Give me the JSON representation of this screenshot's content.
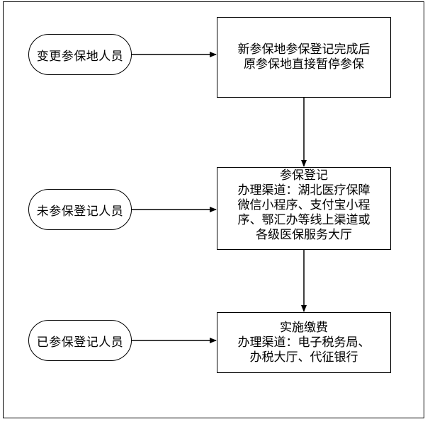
{
  "terminals": {
    "change_location": "变更参保地人员",
    "not_registered": "未参保登记人员",
    "registered": "已参保登记人员"
  },
  "processes": {
    "new_location": {
      "lines": [
        "新参保地参保登记完成后",
        "原参保地直接暂停参保"
      ]
    },
    "registration": {
      "lines": [
        "参保登记",
        "办理渠道：湖北医疗保障",
        "微信小程序、支付宝小程",
        "序、鄂汇办等线上渠道或",
        "各级医保服务大厅"
      ]
    },
    "payment": {
      "lines": [
        "实施缴费",
        "办理渠道：电子税务局、",
        "办税大厅、代征银行"
      ]
    }
  },
  "colors": {
    "stroke": "#000000",
    "background": "#ffffff"
  }
}
